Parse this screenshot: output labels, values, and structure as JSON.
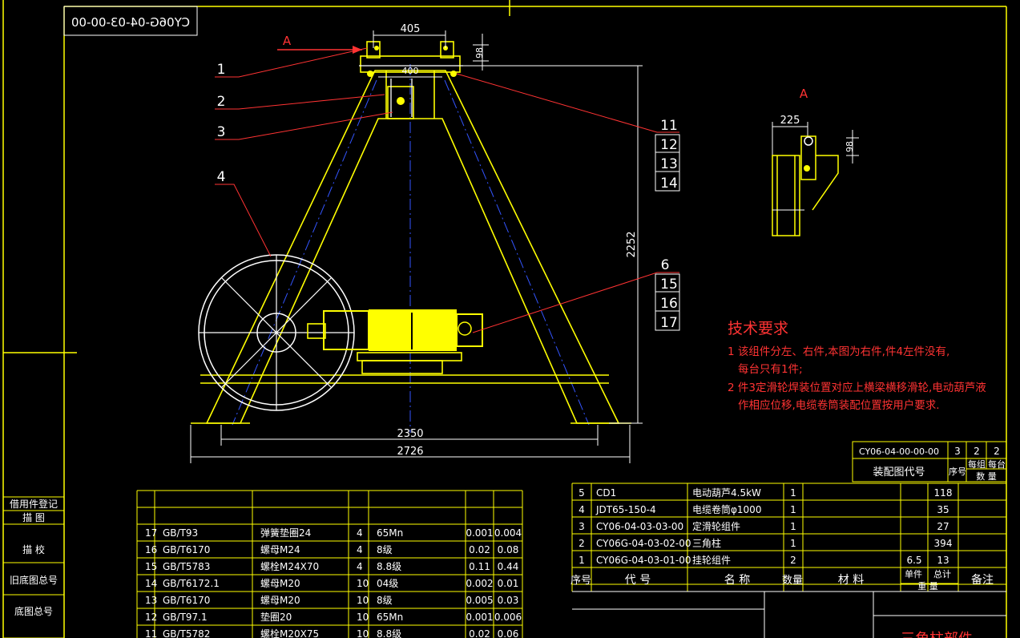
{
  "title_block": {
    "drawing_code": "CY06G-04-03-00-00",
    "title_fragment": "三角柱部件"
  },
  "view_label": "A",
  "callouts": [
    "1",
    "2",
    "3",
    "4",
    "6",
    "11",
    "12",
    "13",
    "14",
    "15",
    "16",
    "17"
  ],
  "dimensions": {
    "top_width": "405",
    "inner_width": "400",
    "height_98": "98",
    "total_height": "2252",
    "base_inner": "2350",
    "base_total": "2726",
    "detail_width": "225",
    "detail_height": "98"
  },
  "tech_req": {
    "heading": "技术要求",
    "lines": [
      "1 该组件分左、右件,本图为右件,件4左件没有,",
      "每台只有1件;",
      "2 件3定滑轮焊装位置对应上横梁横移滑轮,电动葫芦液",
      "作相应位移,电缆卷筒装配位置按用户要求."
    ]
  },
  "assembly_ref": {
    "code": "CY06-04-00-00-00",
    "q1": "3",
    "q2": "2",
    "q3": "2",
    "label": "装配图代号",
    "h_seq": "序号",
    "h_per_group": "每组",
    "h_per_unit": "每台",
    "h_qty": "数 量"
  },
  "left_strip": [
    "借用件登记",
    "描  图",
    "描  校",
    "旧底图总号",
    "底图总号"
  ],
  "bom_left": [
    [
      "17",
      "GB/T93",
      "弹簧垫圈24",
      "4",
      "65Mn",
      "0.001",
      "0.004"
    ],
    [
      "16",
      "GB/T6170",
      "螺母M24",
      "4",
      "8级",
      "0.02",
      "0.08"
    ],
    [
      "15",
      "GB/T5783",
      "螺栓M24X70",
      "4",
      "8.8级",
      "0.11",
      "0.44"
    ],
    [
      "14",
      "GB/T6172.1",
      "螺母M20",
      "10",
      "04级",
      "0.002",
      "0.01"
    ],
    [
      "13",
      "GB/T6170",
      "螺母M20",
      "10",
      "8级",
      "0.005",
      "0.03"
    ],
    [
      "12",
      "GB/T97.1",
      "垫圈20",
      "10",
      "65Mn",
      "0.001",
      "0.006"
    ],
    [
      "11",
      "GB/T5782",
      "螺栓M20X75",
      "10",
      "8.8级",
      "0.02",
      "0.06"
    ]
  ],
  "bom_right": [
    [
      "5",
      "CD1",
      "电动葫芦4.5kW",
      "1",
      "",
      "",
      "118"
    ],
    [
      "4",
      "JDT65-150-4",
      "电缆卷筒φ1000",
      "1",
      "",
      "",
      "35"
    ],
    [
      "3",
      "CY06-04-03-03-00",
      "定滑轮组件",
      "1",
      "",
      "",
      "27"
    ],
    [
      "2",
      "CY06G-04-03-02-00",
      "三角柱",
      "1",
      "",
      "",
      "394"
    ],
    [
      "1",
      "CY06G-04-03-01-00",
      "挂轮组件",
      "2",
      "",
      "6.5",
      "13"
    ]
  ],
  "bom_header": {
    "seq": "序号",
    "code": "代  号",
    "name": "名  称",
    "qty": "数量",
    "material": "材  料",
    "unit": "单件",
    "total": "总计",
    "weight": "重  量",
    "remark": "备注"
  },
  "colors": {
    "frame": "#ffff00",
    "leader": "#ff0000",
    "centerline": "#3355ff",
    "text_white": "#ffffff"
  }
}
